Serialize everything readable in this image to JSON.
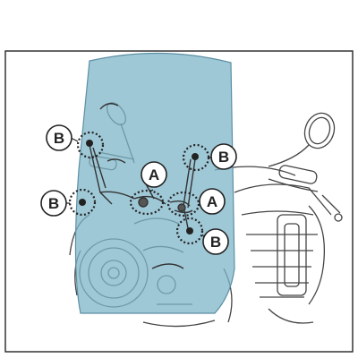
{
  "diagram": {
    "callouts": [
      {
        "id": "b-upper-left",
        "label": "B"
      },
      {
        "id": "b-upper-right",
        "label": "B"
      },
      {
        "id": "a-left",
        "label": "A"
      },
      {
        "id": "b-mid-left",
        "label": "B"
      },
      {
        "id": "a-right",
        "label": "A"
      },
      {
        "id": "b-lower-right",
        "label": "B"
      }
    ],
    "colors": {
      "windscreen": "#7fb6c9",
      "line": "#444444",
      "frame": "#333333",
      "callout_fill": "#ffffff",
      "callout_text": "#222222",
      "bolt": "#222222"
    }
  }
}
